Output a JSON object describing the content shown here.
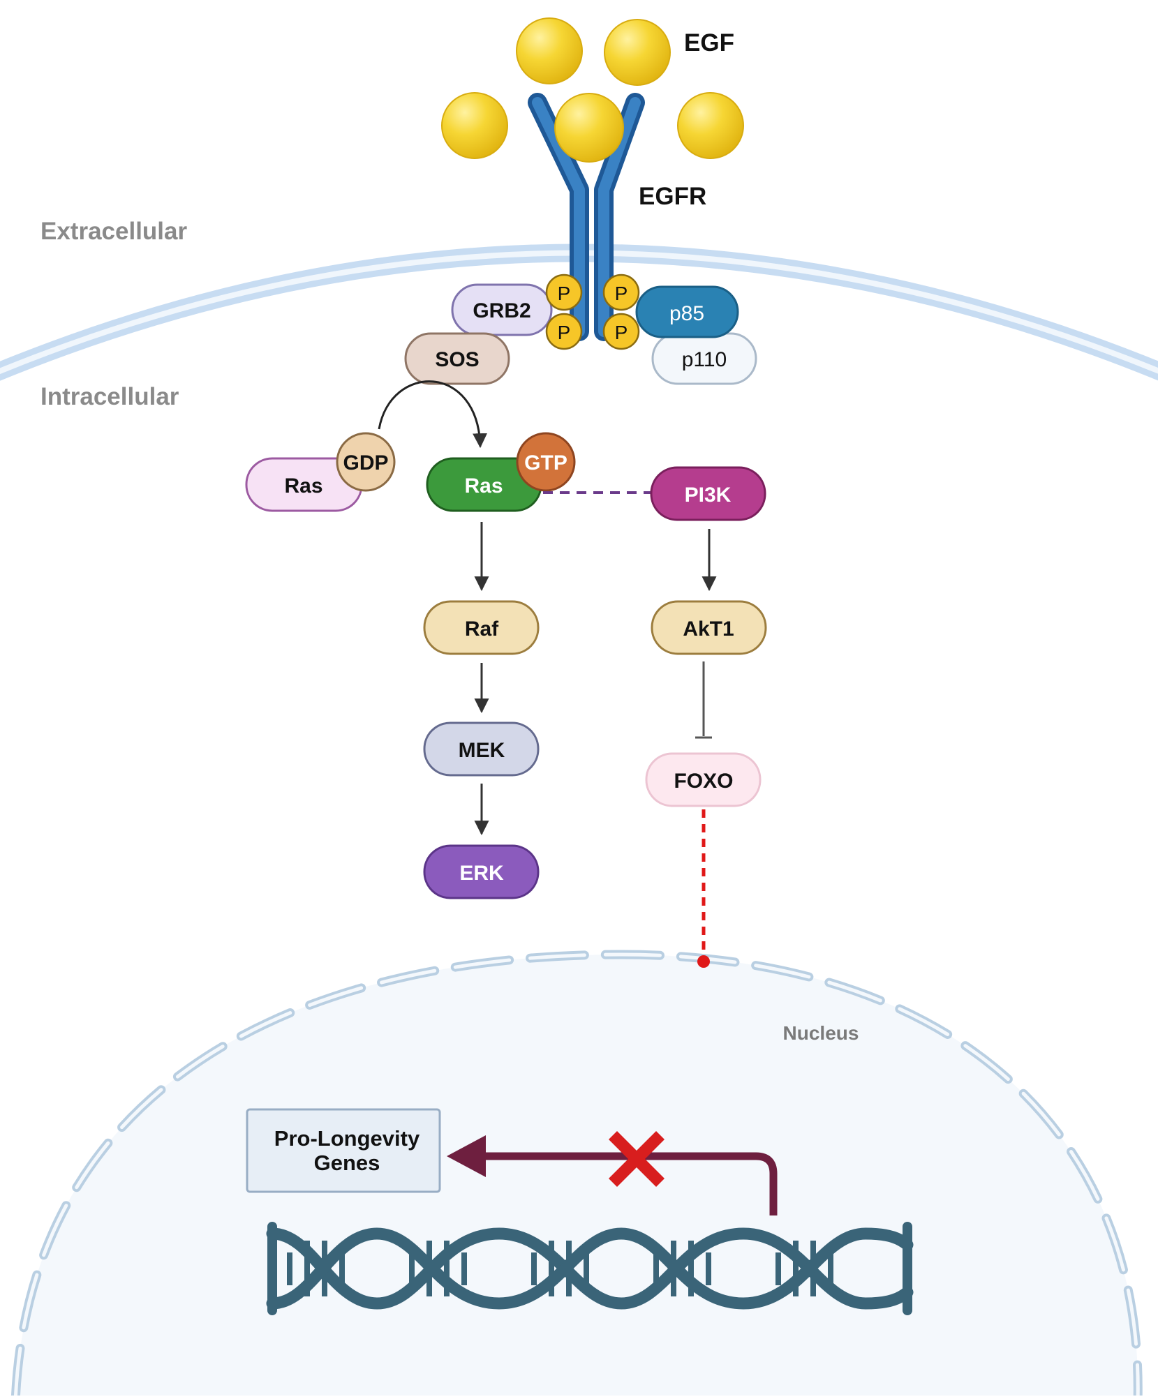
{
  "labels": {
    "egf": "EGF",
    "egfr": "EGFR",
    "extracellular": "Extracellular",
    "intracellular": "Intracellular",
    "nucleus": "Nucleus",
    "genes_line1": "Pro-Longevity",
    "genes_line2": "Genes"
  },
  "proteins": {
    "grb2": "GRB2",
    "sos": "SOS",
    "p85": "p85",
    "p110": "p110",
    "ras_inactive": "Ras",
    "gdp": "GDP",
    "ras_active": "Ras",
    "gtp": "GTP",
    "pi3k": "PI3K",
    "raf": "Raf",
    "mek": "MEK",
    "erk": "ERK",
    "akt1": "AkT1",
    "foxo": "FOXO",
    "phospho": "P"
  },
  "colors": {
    "egf": "#f5cf2a",
    "egfr": "#2a6aa8",
    "membrane": "#c7dcf2",
    "grb2": "#e5e0f5",
    "sos": "#e8d6cc",
    "p85": "#2a82b3",
    "p110": "#f3f7fb",
    "ras_inactive": "#f7e2f5",
    "gdp": "#efd3ad",
    "ras_active": "#3c9a3c",
    "gtp": "#d2733a",
    "pi3k": "#b53d8e",
    "raf": "#f3e1b6",
    "mek": "#d3d7e8",
    "erk": "#8b5bbd",
    "akt1": "#f3e1b6",
    "foxo": "#fde8ef",
    "inhibition_arrow": "#6e1f3f",
    "block_x": "#d81e1e",
    "dna": "#3a6478",
    "nucleus_fill": "#f4f8fc"
  }
}
